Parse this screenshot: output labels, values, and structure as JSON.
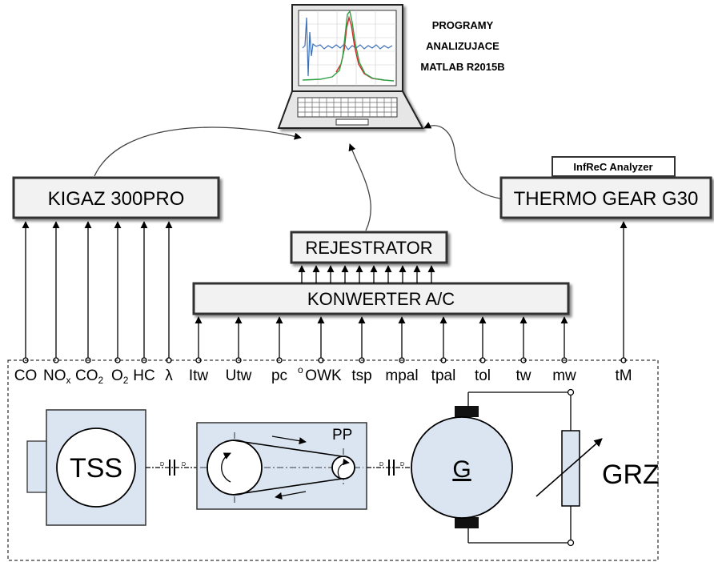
{
  "software_label": {
    "line1": "PROGRAMY",
    "line2": "ANALIZUJACE",
    "line3": "MATLAB R2015B"
  },
  "kigaz": {
    "label": "KIGAZ 300PRO"
  },
  "rejestrator": {
    "label": "REJESTRATOR"
  },
  "konwerter": {
    "label": "KONWERTER A/C"
  },
  "thermo": {
    "label": "THERMO GEAR G30",
    "caption": "InfReC Analyzer"
  },
  "gas_inputs": [
    {
      "main": "CO",
      "sub": ""
    },
    {
      "main": "NO",
      "sub": "x"
    },
    {
      "main": "CO",
      "sub": "2"
    },
    {
      "main": "O",
      "sub": "2"
    },
    {
      "main": "HC",
      "sub": ""
    },
    {
      "main": "λ",
      "sub": ""
    }
  ],
  "converter_inputs": [
    "Itw",
    "Utw",
    "pc",
    "OWK",
    "tsp",
    "mpal",
    "tpal",
    "tol",
    "tw",
    "mw"
  ],
  "converter_inputs_prefix": {
    "OWK": "o"
  },
  "thermo_input": "tM",
  "components": {
    "engine": "TSS",
    "transmission": "PP",
    "generator": "G",
    "load": "GRZ"
  },
  "coupling_marks": {
    "left": "D",
    "right": "D"
  },
  "colors": {
    "box_fill": "#f2f2f2",
    "component_fill": "#dbe5f1",
    "screen_bg": "#ffffff",
    "signal_blue": "#3b6fb6",
    "signal_green": "#2ea043",
    "signal_red": "#d62728"
  }
}
